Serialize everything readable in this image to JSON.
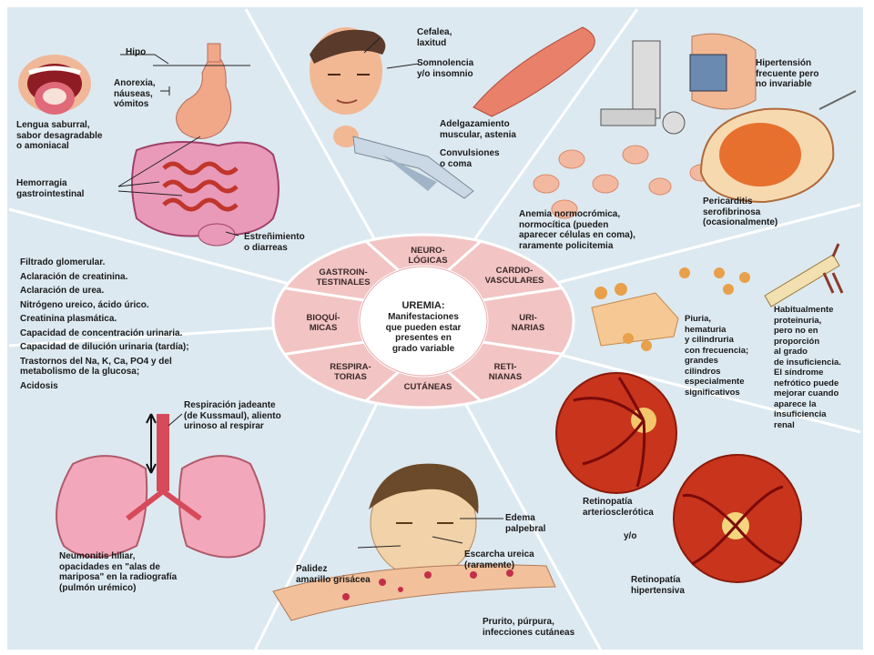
{
  "center": {
    "title": "UREMIA:",
    "subtitle": "Manifestaciones\nque pueden estar\npresentes en\ngrado variable"
  },
  "segments": [
    {
      "id": "neuro",
      "label": "NEURO-\nLÓGICAS"
    },
    {
      "id": "cardio",
      "label": "CARDIO-\nVASCULARES"
    },
    {
      "id": "urinarias",
      "label": "URI-\nNARIAS"
    },
    {
      "id": "retinianas",
      "label": "RETI-\nNIANAS"
    },
    {
      "id": "cutaneas",
      "label": "CUTÁNEAS"
    },
    {
      "id": "respiratorias",
      "label": "RESPIRA-\nTORIAS"
    },
    {
      "id": "bioquimicas",
      "label": "BIOQUÍ-\nMICAS"
    },
    {
      "id": "gastro",
      "label": "GASTROIN-\nTESTINALES"
    }
  ],
  "gastro": {
    "hipo": "Hipo",
    "anorexia": "Anorexia,\nnáuseas,\nvómitos",
    "lengua": "Lengua saburral,\nsabor desagradable\no amoniacal",
    "hemorragia": "Hemorragia\ngastrointestinal",
    "estrenimiento": "Estreñimiento\no diarreas"
  },
  "neuro": {
    "cefalea": "Cefalea,\nlaxitud",
    "somnolencia": "Somnolencia\ny/o insomnio",
    "adelgazamiento": "Adelgazamiento\nmuscular, astenia",
    "convulsiones": "Convulsiones\no coma",
    "anemia": "Anemia normocrómica,\nnormocítica (pueden\naparecer células en coma),\nraramente policitemia"
  },
  "cardio": {
    "hipertension": "Hipertensión\nfrecuente pero\nno invariable",
    "pericarditis": "Pericarditis\nserofibrinosa\n(ocasionalmente)"
  },
  "bioquimicas": {
    "lines": [
      "Filtrado glomerular.",
      "Aclaración de creatinina.",
      "Aclaración de urea.",
      "Nitrógeno ureico, ácido úrico.",
      "Creatinina plasmática.",
      "Capacidad de concentración urinaria.",
      "Capacidad de dilución urinaria (tardía);",
      "Trastornos del Na, K, Ca, PO4 y del",
      "metabolismo de la glucosa;",
      "Acidosis"
    ]
  },
  "urinarias": {
    "piuria": "Piuria,\nhematuria\ny cilindruria\ncon frecuencia;\ngrandes\ncilindros\nespecialmente\nsignificativos",
    "proteinuria": "Habitualmente\nproteinuria,\npero no en\nproporción\nal grado\nde insuficiencia.\nEl síndrome\nnefrótico puede\nmejorar cuando\naparece la\ninsuficiencia\nrenal"
  },
  "respiratorias": {
    "respiracion": "Respiración jadeante\n(de Kussmaul), aliento\nurinoso al respirar",
    "neumonitis": "Neumonitis hiliar,\nopacidades en \"alas de\nmariposa\" en la radiografía\n(pulmón urémico)"
  },
  "cutaneas": {
    "edema": "Edema\npalpebral",
    "escarcha": "Escarcha ureica\n(raramente)",
    "palidez": "Palidez\namarillo grisácea",
    "prurito": "Prurito, púrpura,\ninfecciones cutáneas"
  },
  "retinianas": {
    "arterio": "Retinopatía\narteriosclerótica",
    "yo": "y/o",
    "hipertensiva": "Retinopatía\nhipertensiva"
  },
  "colors": {
    "background": "#dde9f0",
    "ring": "#f2c4c4",
    "ring_stroke": "#ffffff",
    "center": "#ffffff",
    "flesh": "#f0b898",
    "organ_pink": "#e88aa8",
    "retina": "#c8341c"
  }
}
